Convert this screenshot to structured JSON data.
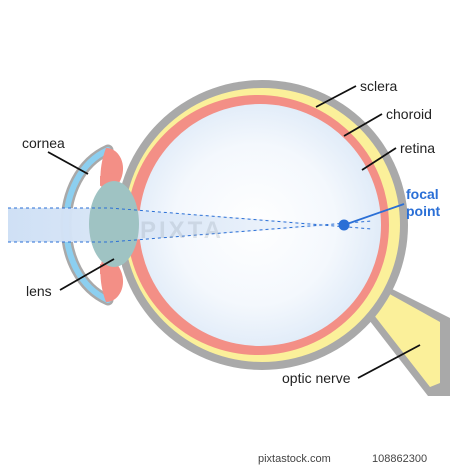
{
  "labels": {
    "sclera": "sclera",
    "choroid": "choroid",
    "retina": "retina",
    "focal_point": [
      "focal",
      "point"
    ],
    "cornea": "cornea",
    "lens": "lens",
    "optic_nerve": "optic nerve"
  },
  "watermark": "PIXTA",
  "footer": {
    "site": "pixtastock.com",
    "id": "108862300"
  },
  "colors": {
    "sclera": "#a9a9a9",
    "choroid": "#f38f86",
    "retina": "#fbf09a",
    "vitreous": "#e3edf8",
    "lens": "#9fc3c3",
    "cornea": "#8ccff0",
    "light_beam": "#d9e7f7",
    "focal_point": "#2a6fd6",
    "leader_line": "#111111"
  }
}
